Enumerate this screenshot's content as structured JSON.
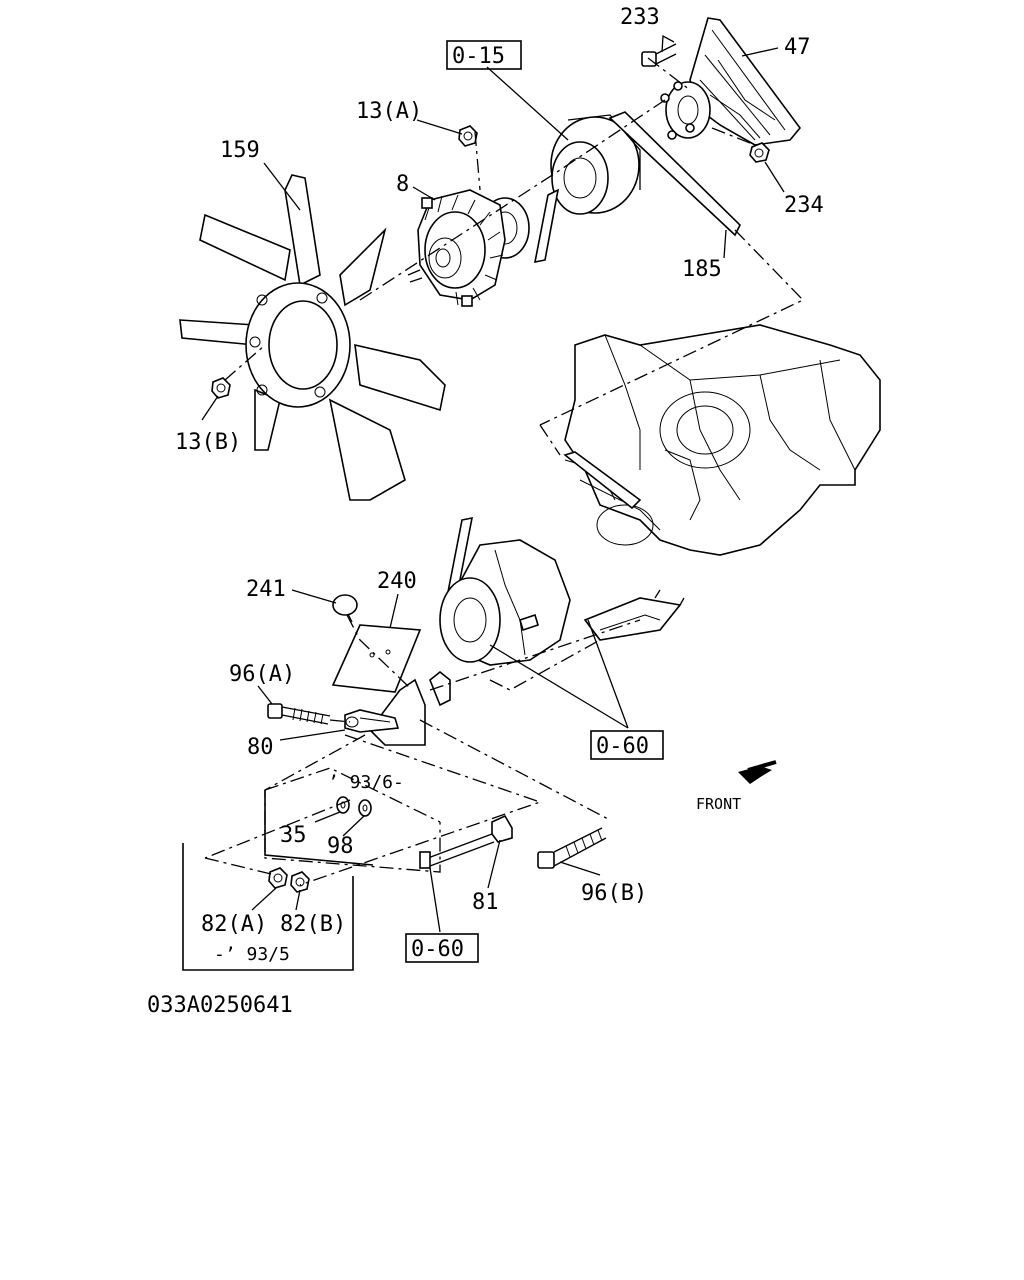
{
  "diagram": {
    "callouts": {
      "c233": "233",
      "c47": "47",
      "c0_15": "0-15",
      "c13a": "13(A)",
      "c159": "159",
      "c8": "8",
      "c234": "234",
      "c185": "185",
      "c13b": "13(B)",
      "c241": "241",
      "c240": "240",
      "c96a": "96(A)",
      "c80": "80",
      "c0_60_top": "0-60",
      "c93_6": "’ 93/6-",
      "c35": "35",
      "c98": "98",
      "c81": "81",
      "c96b": "96(B)",
      "c82a": "82(A)",
      "c82b": "82(B)",
      "c93_5": "-’ 93/5",
      "c0_60_bottom": "0-60"
    },
    "front_label": "FRONT",
    "drawing_number": "033A0250641"
  }
}
